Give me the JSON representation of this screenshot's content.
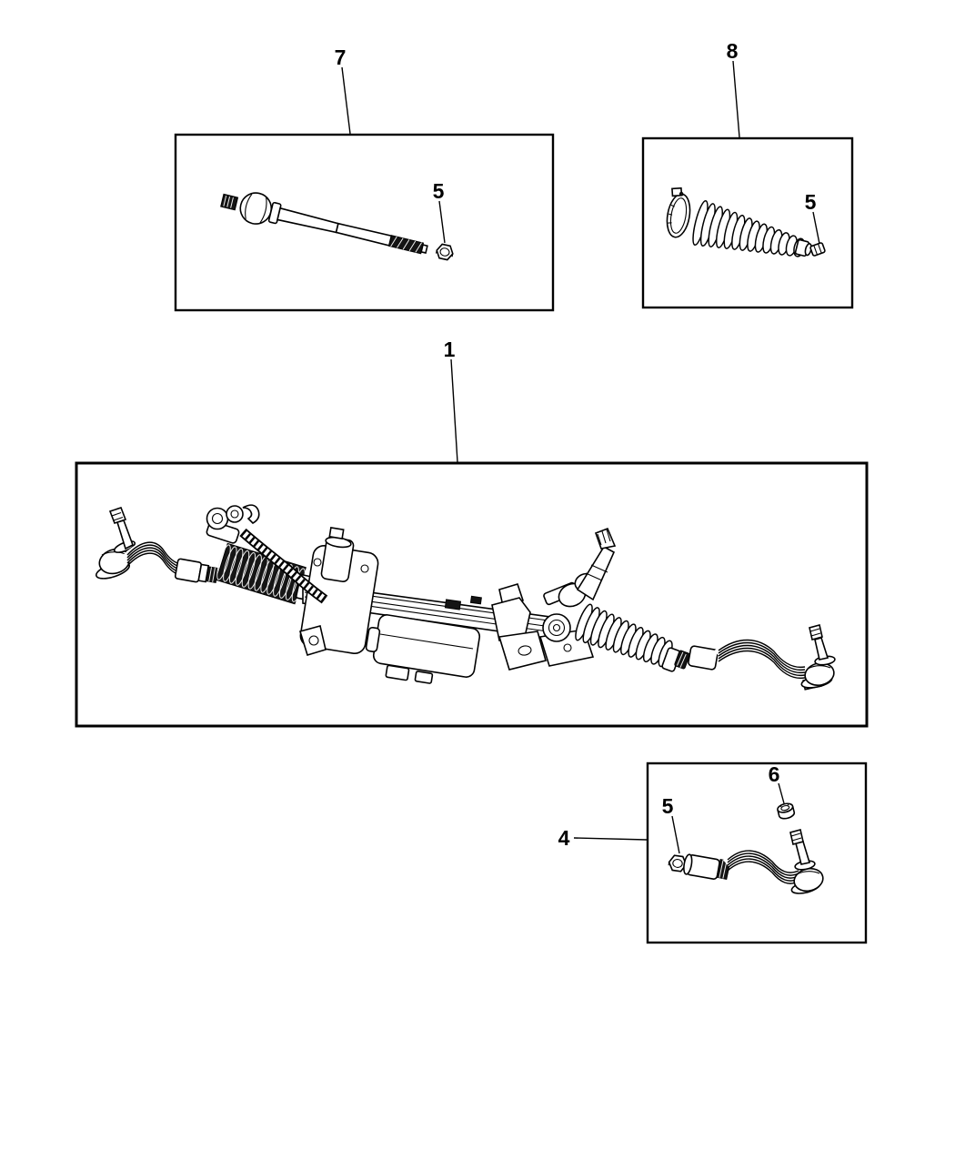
{
  "diagram": {
    "type": "exploded-parts-diagram",
    "subject": "steering gear rack and pinion with tie rod and boot service kits",
    "colors": {
      "line": "#000000",
      "background": "#ffffff"
    },
    "panels": [
      {
        "name": "inner-tie-rod-box",
        "callout": "7"
      },
      {
        "name": "boot-kit-box",
        "callout": "8"
      },
      {
        "name": "steering-gear-box",
        "callout": "1"
      },
      {
        "name": "outer-tie-rod-box",
        "callout": "4"
      }
    ]
  },
  "callouts": [
    {
      "label": "7",
      "part": "inner-tie-rod"
    },
    {
      "label": "5",
      "part": "jam-nut-inner"
    },
    {
      "label": "8",
      "part": "bellows-boot-kit"
    },
    {
      "label": "5",
      "part": "jam-nut-boot"
    },
    {
      "label": "1",
      "part": "steering-gear-assembly"
    },
    {
      "label": "4",
      "part": "outer-tie-rod-end"
    },
    {
      "label": "5",
      "part": "jam-nut-outer"
    },
    {
      "label": "6",
      "part": "stud-cap-nut"
    }
  ]
}
